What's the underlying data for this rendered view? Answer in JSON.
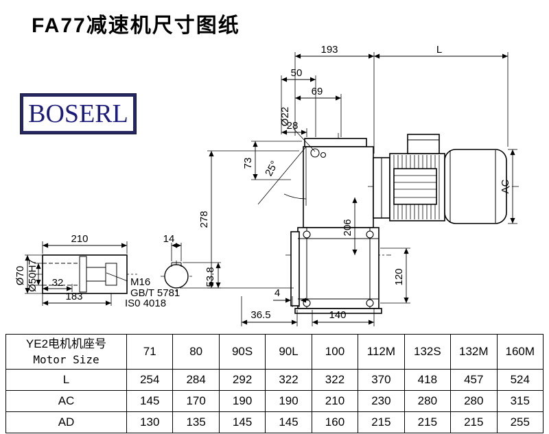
{
  "page": {
    "title": "FA77减速机尺寸图纸"
  },
  "logo": {
    "text": "BOSERL",
    "color": "#1b1b7a"
  },
  "drawing": {
    "dims": {
      "d193": "193",
      "L": "L",
      "d50": "50",
      "d69": "69",
      "d28": "28",
      "dia22": "Ø22",
      "d73": "73",
      "a25": "25°",
      "d278": "278",
      "d206": "206",
      "AC": "AC",
      "d120": "120",
      "d4": "4",
      "d36_5": "36.5",
      "d140": "140",
      "d210": "210",
      "d14": "14",
      "dia70": "Ø70",
      "dia50": "Ø50H7",
      "d32": "32",
      "d183": "183",
      "m16": "M16",
      "gbt": "GB/T 5781",
      "iso": "IS0 4018",
      "d53_8": "53.8"
    }
  },
  "table": {
    "motor_label_cn": "YE2电机机座号",
    "motor_label_en": "Motor Size",
    "sizes": [
      "71",
      "80",
      "90S",
      "90L",
      "100",
      "112M",
      "132S",
      "132M",
      "160M"
    ],
    "rows": [
      {
        "label": "L",
        "values": [
          "254",
          "284",
          "292",
          "322",
          "322",
          "370",
          "418",
          "457",
          "524"
        ]
      },
      {
        "label": "AC",
        "values": [
          "145",
          "170",
          "190",
          "190",
          "210",
          "230",
          "280",
          "280",
          "315"
        ]
      },
      {
        "label": "AD",
        "values": [
          "130",
          "135",
          "145",
          "145",
          "160",
          "215",
          "215",
          "215",
          "255"
        ]
      }
    ]
  }
}
